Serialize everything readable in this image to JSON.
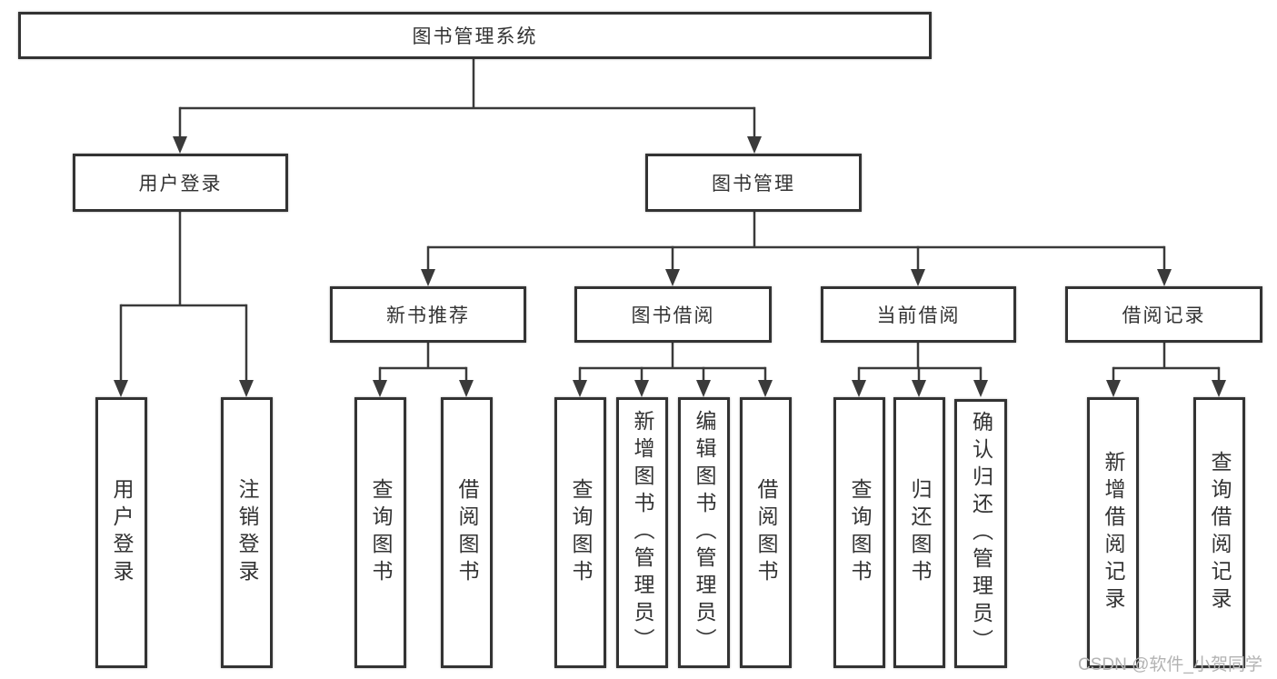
{
  "diagram": {
    "root": {
      "label": "图书管理系统"
    },
    "level2": [
      {
        "label": "用户登录"
      },
      {
        "label": "图书管理"
      }
    ],
    "level3": [
      {
        "label": "新书推荐"
      },
      {
        "label": "图书借阅"
      },
      {
        "label": "当前借阅"
      },
      {
        "label": "借阅记录"
      }
    ],
    "leaves": [
      {
        "label": "用户登录"
      },
      {
        "label": "注销登录"
      },
      {
        "label": "查询图书"
      },
      {
        "label": "借阅图书"
      },
      {
        "label": "查询图书"
      },
      {
        "label": "新增图书（管理员）"
      },
      {
        "label": "编辑图书（管理员）"
      },
      {
        "label": "借阅图书"
      },
      {
        "label": "查询图书"
      },
      {
        "label": "归还图书"
      },
      {
        "label": "确认归还（管理员）"
      },
      {
        "label": "新增借阅记录"
      },
      {
        "label": "查询借阅记录"
      }
    ]
  },
  "watermark": {
    "text": "CSDN @软件_小贺同学"
  },
  "colors": {
    "line": "#3a3a3a",
    "border": "#333333",
    "text": "#333333",
    "watermark": "#b3b3b3",
    "background": "#ffffff"
  }
}
